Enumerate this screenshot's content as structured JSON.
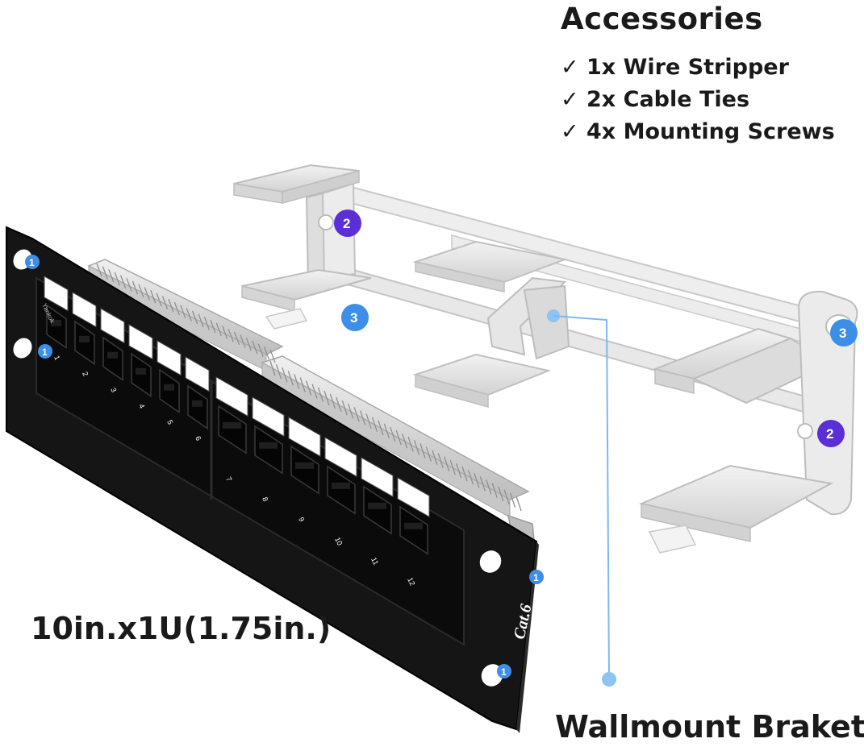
{
  "accessories": {
    "title": "Accessories",
    "items": [
      "✓ 1x Wire Stripper",
      "✓ 2x Cable Ties",
      "✓ 4x Mounting Screws"
    ]
  },
  "panel": {
    "size_label": "10in.x1U(1.75in.)",
    "brand": "Yankok",
    "category_label": "Cat.6",
    "port_numbers": [
      "1",
      "2",
      "3",
      "4",
      "5",
      "6",
      "7",
      "8",
      "9",
      "10",
      "11",
      "12"
    ]
  },
  "bracket": {
    "label": "Wallmount Braket"
  },
  "callouts": {
    "screw": "1",
    "hole": "2",
    "slot": "3"
  },
  "colors": {
    "panel_black": "#151515",
    "bracket_gray": "#e6e6e6",
    "callout_blue": "#3d8ee6",
    "callout_purple": "#5a2fd6",
    "leader_line": "#7db8ee"
  }
}
